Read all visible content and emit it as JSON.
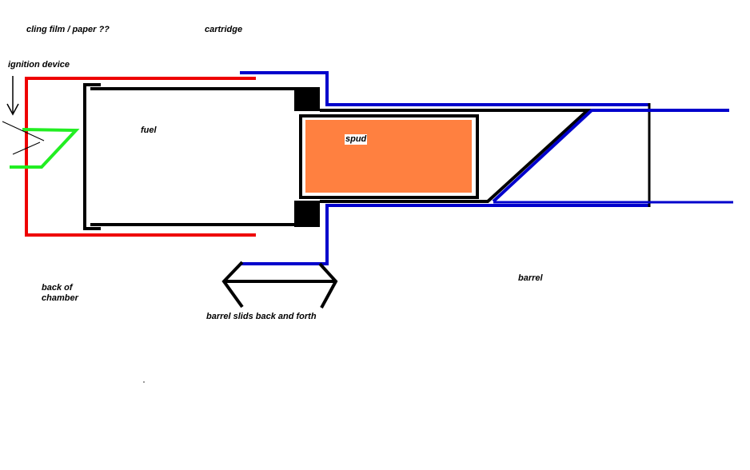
{
  "labels": {
    "cling_film": "cling film / paper ??",
    "cartridge": "cartridge",
    "ignition": "ignition device",
    "fuel": "fuel",
    "spud": "spud",
    "back_of_chamber": "back of\nchamber",
    "slide": "barrel slids back and forth",
    "barrel": "barrel"
  },
  "colors": {
    "chamber": "#ee0000",
    "barrel": "#0000cc",
    "cartridge": "#000000",
    "spud": "#ff8040",
    "igniter": "#22ee22"
  }
}
